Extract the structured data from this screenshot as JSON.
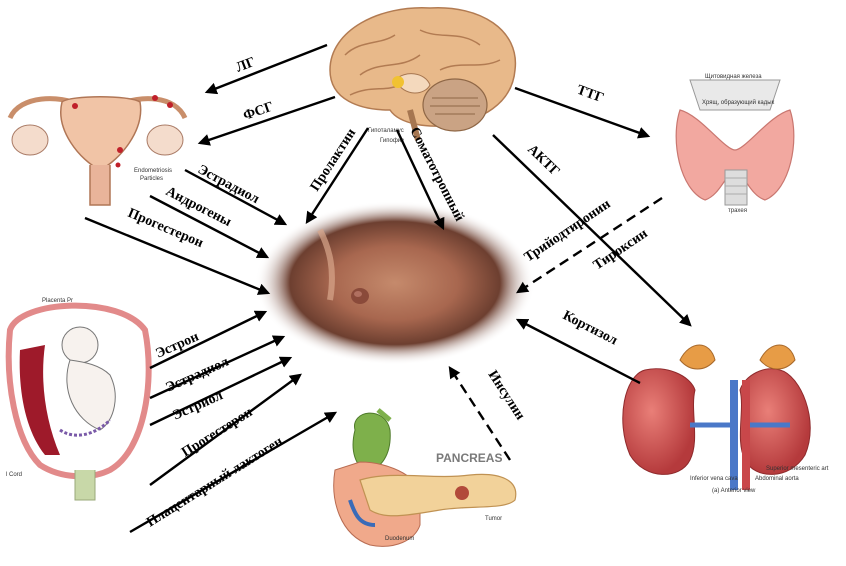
{
  "labels": {
    "lg": "ЛГ",
    "fsg": "ФСГ",
    "ttg": "ТТГ",
    "aktg": "АКТГ",
    "prolaktin": "Пролактин",
    "somatotropny": "Соматотропный",
    "estradiol_ovary": "Эстрадиол",
    "androgeny": "Андрогены",
    "progesteron_ovary": "Прогестерон",
    "triiodtironin": "Трийодтиронин",
    "tiroksin": "Тироксин",
    "kortizol": "Кортизол",
    "insulin": "Инсулин",
    "estron": "Эстрон",
    "estradiol_placenta": "Эстрадиол",
    "estriol": "Эстриол",
    "progesteron_placenta": "Прогестерон",
    "placentarny_laktogen": "Плацентарный лактоген"
  },
  "organ_text": {
    "pancreas_title": "PANCREAS",
    "pancreas_tumor": "Tumor",
    "pancreas_duodenum": "Duodenum",
    "placenta_caption": "Placenta Pr",
    "cord_caption": "l Cord",
    "ovary_caption_1": "Endometriosis",
    "ovary_caption_2": "Particles",
    "brain_caption_1": "Гипоталамус",
    "brain_caption_2": "Гипофиз",
    "thyroid_caption_1": "Щитовидная железа",
    "thyroid_caption_2": "Хрящ, образующий кадык",
    "thyroid_caption_3": "трахея",
    "adrenal_caption_1": "Superior mesenteric art",
    "adrenal_caption_2": "Inferior vena cava",
    "adrenal_caption_3": "Abdominal aorta",
    "adrenal_caption_4": "(a) Anterior view"
  },
  "colors": {
    "arrow": "#000000",
    "brain": "#e8b98a",
    "organ_pink": "#f2a8a0",
    "kidney_red": "#c9474a",
    "vessel_blue": "#4a78c8",
    "breast_skin": "#c98a6a"
  }
}
